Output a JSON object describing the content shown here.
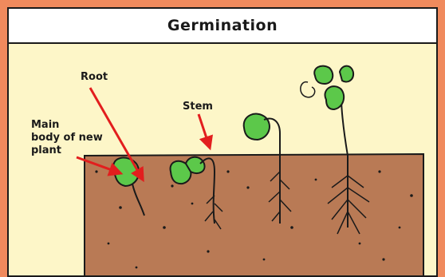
{
  "title": "Germination",
  "labels": {
    "root": "Root",
    "stem": "Stem",
    "main_line1": "Main",
    "main_line2": "body of new",
    "main_line3": "plant"
  },
  "colors": {
    "border": "#f08a5d",
    "sky": "#fdf6c8",
    "soil": "#b97a55",
    "leaf": "#5cc84a",
    "arrow": "#e21e1e",
    "root_line": "#1a1a1a"
  },
  "stages": [
    "seed",
    "root-emerging",
    "stem-emerging",
    "young-plant"
  ]
}
